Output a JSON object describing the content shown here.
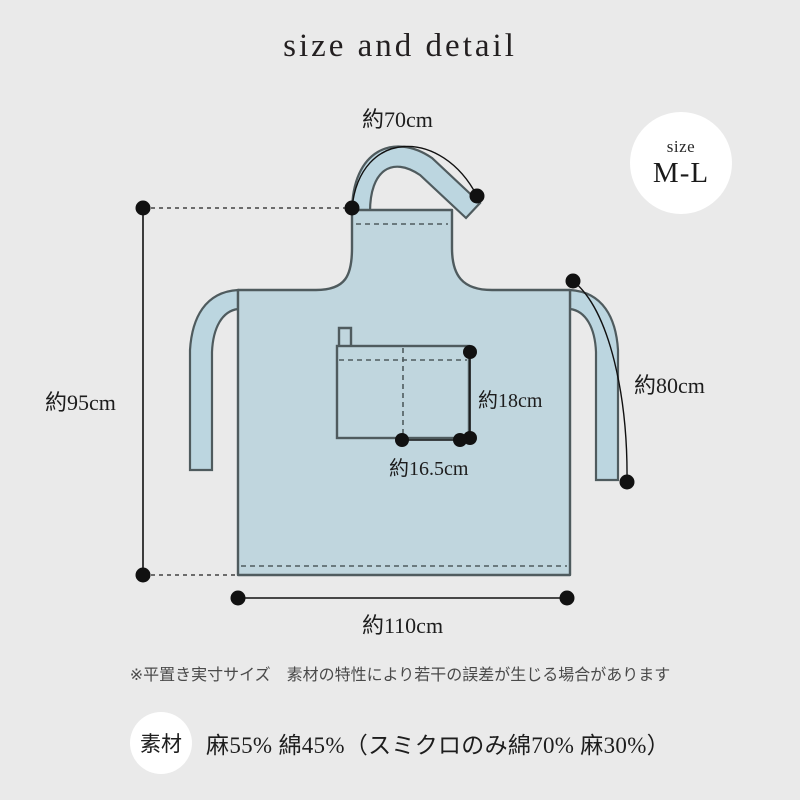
{
  "page": {
    "title": "size and detail",
    "background_color": "#eaeaea"
  },
  "size_badge": {
    "caption": "size",
    "value": "M-L"
  },
  "diagram": {
    "name": "apron-measurement-diagram",
    "fabric_color": "#c0d6de",
    "strap_color": "#bcd6e0",
    "outline_color": "#4f5b5e",
    "dimension_color": "#111111",
    "measurements": {
      "neck_strap": "約70cm",
      "total_height": "約95cm",
      "waist_strap": "約80cm",
      "pocket_height": "約18cm",
      "pocket_width": "約16.5cm",
      "total_width": "約110cm"
    }
  },
  "footnote": {
    "text": "※平置き実寸サイズ　素材の特性により若干の誤差が生じる場合があります"
  },
  "material": {
    "badge": "素材",
    "text": "麻55% 綿45%（スミクロのみ綿70% 麻30%）"
  }
}
